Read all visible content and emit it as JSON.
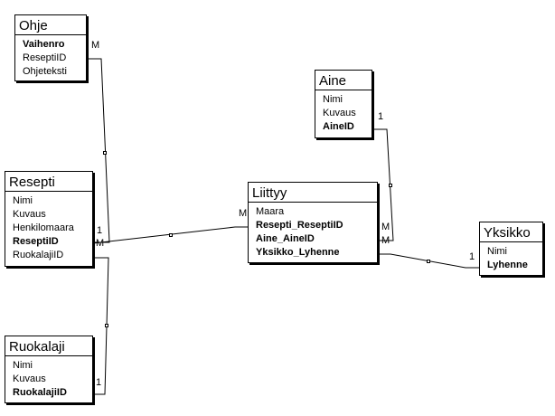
{
  "entities": {
    "ohje": {
      "title": "Ohje",
      "fields": [
        {
          "name": "Vaihenro",
          "key": true
        },
        {
          "name": "ReseptiID",
          "key": false
        },
        {
          "name": "Ohjeteksti",
          "key": false
        }
      ]
    },
    "resepti": {
      "title": "Resepti",
      "fields": [
        {
          "name": "Nimi",
          "key": false
        },
        {
          "name": "Kuvaus",
          "key": false
        },
        {
          "name": "Henkilomaara",
          "key": false
        },
        {
          "name": "ReseptiID",
          "key": true
        },
        {
          "name": "RuokalajiID",
          "key": false
        }
      ]
    },
    "ruokalaji": {
      "title": "Ruokalaji",
      "fields": [
        {
          "name": "Nimi",
          "key": false
        },
        {
          "name": "Kuvaus",
          "key": false
        },
        {
          "name": "RuokalajiID",
          "key": true
        }
      ]
    },
    "aine": {
      "title": "Aine",
      "fields": [
        {
          "name": "Nimi",
          "key": false
        },
        {
          "name": "Kuvaus",
          "key": false
        },
        {
          "name": "AineID",
          "key": true
        }
      ]
    },
    "liittyy": {
      "title": "Liittyy",
      "fields": [
        {
          "name": "Maara",
          "key": false
        },
        {
          "name": "Resepti_ReseptiID",
          "key": true
        },
        {
          "name": "Aine_AineID",
          "key": true
        },
        {
          "name": "Yksikko_Lyhenne",
          "key": true
        }
      ]
    },
    "yksikko": {
      "title": "Yksikko",
      "fields": [
        {
          "name": "Nimi",
          "key": false
        },
        {
          "name": "Lyhenne",
          "key": true
        }
      ]
    }
  },
  "cardinalities": {
    "ohje_many": "M",
    "resepti_to_ohje_one": "1",
    "resepti_to_liittyy_one": "M",
    "liittyy_from_resepti_many": "M",
    "ruokalaji_one": "1",
    "aine_one": "1",
    "liittyy_from_aine_many": "M",
    "liittyy_from_yksikko_many": "M",
    "yksikko_one": "1"
  },
  "colors": {
    "line": "#000000",
    "background": "#ffffff"
  }
}
